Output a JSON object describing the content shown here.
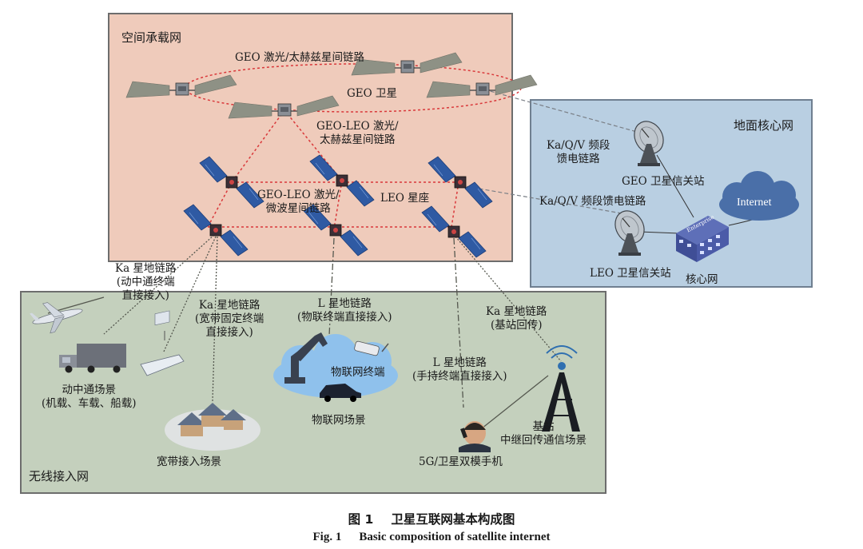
{
  "regions": {
    "space": "空间承载网",
    "ground": "地面核心网",
    "wireless": "无线接入网"
  },
  "labels": {
    "geo_isl": "GEO 激光/太赫兹星间链路",
    "geo_sat": "GEO 卫星",
    "geo_leo_thz": [
      "GEO-LEO 激光/",
      "太赫兹星间链路"
    ],
    "geo_leo_mw": [
      "GEO-LEO 激光/",
      "微波星间链路"
    ],
    "leo_const": "LEO 星座",
    "feeder_geo": [
      "Ka/Q/V 频段",
      "馈电链路"
    ],
    "geo_gw": "GEO 卫星信关站",
    "feeder_leo": "Ka/Q/V 频段馈电链路",
    "internet": "Internet",
    "enterprise": "Enterprise",
    "leo_gw": "LEO 卫星信关站",
    "core": "核心网",
    "ka_mobile": [
      "Ka 星地链路",
      "(动中通终端",
      "直接接入)"
    ],
    "ka_broadband": [
      "Ka 星地链路",
      "(宽带固定终端",
      "直接接入)"
    ],
    "l_iot": [
      "L 星地链路",
      "(物联终端直接接入)"
    ],
    "ka_backhaul": [
      "Ka 星地链路",
      "(基站回传)"
    ],
    "l_handheld": [
      "L 星地链路",
      "(手持终端直接接入)"
    ],
    "mobile_scene": [
      "动中通场景",
      "(机载、车载、船载)"
    ],
    "iot_terminal": "物联网终端",
    "iot_scene": "物联网场景",
    "broadband_scene": "宽带接入场景",
    "base_station": [
      "基站",
      "中继回传通信场景"
    ],
    "phone": "5G/卫星双模手机"
  },
  "caption": {
    "zh_num": "图 1",
    "zh_text": "卫星互联网基本构成图",
    "en_num": "Fig. 1",
    "en_text": "Basic composition of satellite internet"
  },
  "icons": [
    "satellite-icon",
    "dish-antenna-icon",
    "cloud-icon",
    "building-icon",
    "airplane-icon",
    "truck-icon",
    "ship-icon",
    "houses-icon",
    "robot-arm-icon",
    "camera-icon",
    "car-icon",
    "tower-icon",
    "person-phone-icon"
  ],
  "colors": {
    "space_bg": "#efcbbb",
    "ground_bg": "#b9cfe2",
    "wireless_bg": "#c4d0bd",
    "isl_link": "#d9383a",
    "feeder_link": "#7a7f86"
  }
}
